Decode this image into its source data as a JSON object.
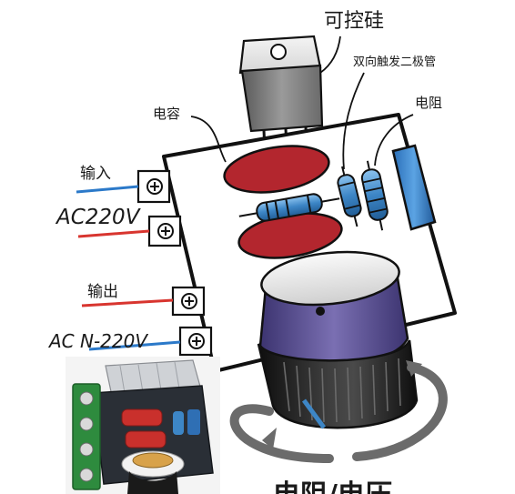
{
  "labels": {
    "thyristor": "可控硅",
    "diac": "双向触发二极管",
    "resistor": "电阻",
    "capacitor": "电容",
    "input_label": "输入",
    "input_voltage": "AC220V",
    "output_label": "输出",
    "output_voltage": "AC  N-220V",
    "potentiometer": "电阻/电压"
  },
  "colors": {
    "board_outline": "#111111",
    "capacitor": "#b3262e",
    "resistor": "#3d86c6",
    "wire_blue": "#2b79c9",
    "wire_red": "#d8352f",
    "knob_ring": "#5b4f8e",
    "arrow_gray": "#6b6b6b",
    "terminal_green": "#2e8b3e"
  },
  "icons": {
    "terminal": "screw-terminal-icon",
    "rotate": "rotate-arrow-icon"
  }
}
